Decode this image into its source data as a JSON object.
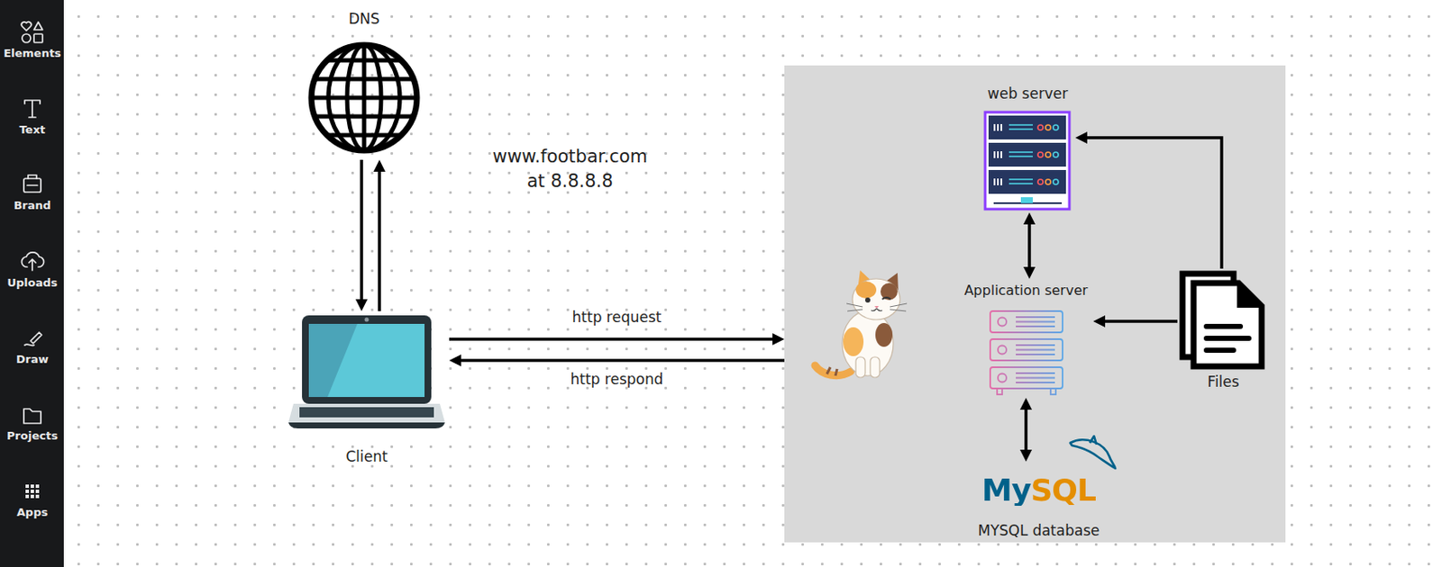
{
  "diagram": {
    "nodes": [
      {
        "text": [
          "DNS"
        ]
      },
      {
        "text": [
          "Client"
        ]
      },
      {
        "text": []
      },
      {
        "text": [
          "web server"
        ],
        "in": 2
      },
      {
        "text": [
          "Application server"
        ],
        "in": 2
      },
      {
        "text": [
          "Files"
        ],
        "in": 2
      },
      {
        "text": [
          "MySQL",
          "MYSQL database"
        ],
        "in": 2
      }
    ],
    "edges": [
      {
        "from": 0,
        "to": 1,
        "arrow": "to"
      },
      {
        "from": 1,
        "to": 0,
        "arrow": "to"
      },
      {
        "from": 1,
        "to": 2,
        "label": "http request",
        "arrow": "to"
      },
      {
        "from": 2,
        "to": 1,
        "label": "http respond",
        "arrow": "to"
      },
      {
        "from": 3,
        "to": 4,
        "arrow": "both"
      },
      {
        "from": 5,
        "to": 3,
        "arrow": "to"
      },
      {
        "from": 5,
        "to": 4,
        "arrow": "to"
      },
      {
        "from": 4,
        "to": 6,
        "arrow": "both"
      }
    ],
    "labels": [
      "www.footbar.com at 8.8.8.8",
      "Elements",
      "Text",
      "Brand",
      "Uploads",
      "Draw",
      "Projects",
      "Apps"
    ]
  }
}
